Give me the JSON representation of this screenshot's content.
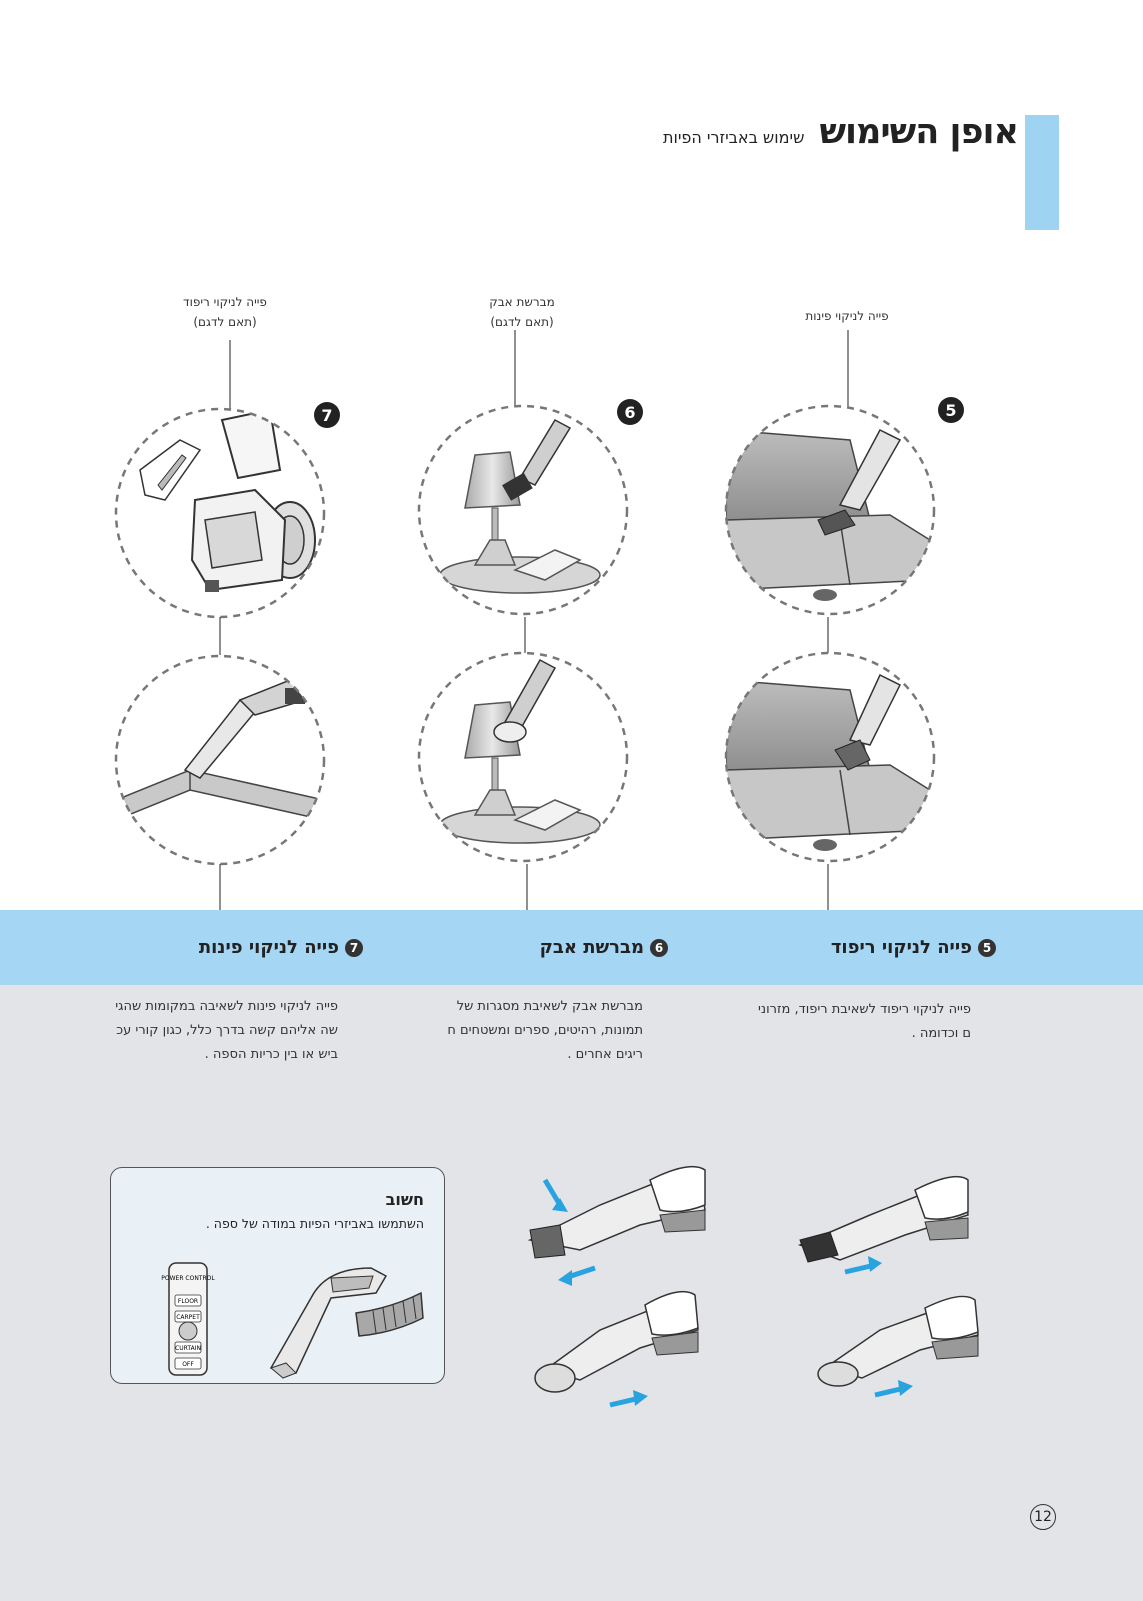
{
  "header": {
    "title": "אופן השימוש",
    "subtitle": "שימוש באביזרי הפיות"
  },
  "callouts": [
    {
      "line1": "פייה לניקוי ריפוד",
      "line2": "(תאם לדגם)"
    },
    {
      "line1": "מברשת אבק",
      "line2": "(תאם לדגם)"
    },
    {
      "line1": "פייה לניקוי פינות",
      "line2": ""
    }
  ],
  "markers": [
    "7",
    "6",
    "5"
  ],
  "sections": [
    {
      "num": "7",
      "title": "פייה לניקוי פינות",
      "lines": [
        "פייה לניקוי פינות לשאיבה במקומות שהגי",
        "שה אליהם קשה בדרך כלל, כגון קורי עכ",
        "ביש או בין כריות הספה ."
      ]
    },
    {
      "num": "6",
      "title": "מברשת אבק",
      "lines": [
        "מברשת אבק לשאיבת מסגרות של",
        "תמונות, רהיטים, ספרים ומשטחים ח",
        "ריגים אחרים ."
      ]
    },
    {
      "num": "5",
      "title": "פייה לניקוי ריפוד",
      "lines": [
        "פייה לניקוי ריפוד לשאיבת ריפוד, מזרוני",
        "ם וכדומה ."
      ]
    }
  ],
  "note": {
    "title": "חשוב",
    "text": "השתמשו באביזרי הפיות במודה של ספה .",
    "control_labels": [
      "POWER CONTROL",
      "FLOOR",
      "CARPET",
      "CURTAIN",
      "OFF"
    ]
  },
  "page_number": "12",
  "colors": {
    "accent": "#9fd3f2",
    "band": "#a5d6f4",
    "gray": "#e2e4e8",
    "arrow": "#29a3e0"
  }
}
